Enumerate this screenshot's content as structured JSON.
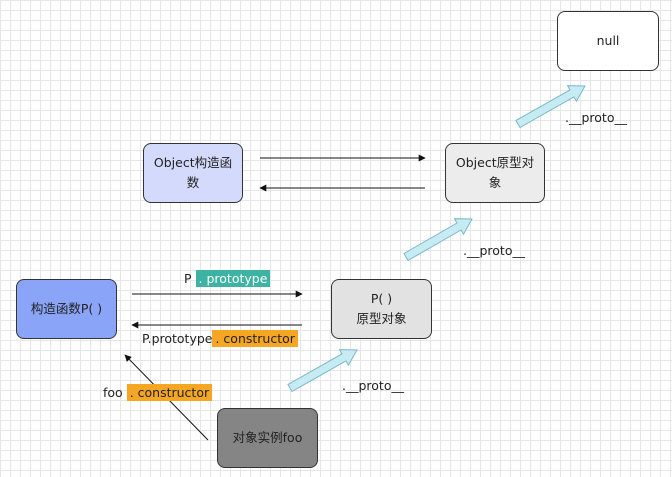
{
  "nodes": {
    "null_box": {
      "text": "null",
      "fill": "#ffffff"
    },
    "object_ctor": {
      "text": "Object构造函数",
      "fill": "#d4dafc"
    },
    "object_proto": {
      "text": "Object原型对象",
      "fill": "#ececec"
    },
    "ctor_p": {
      "text": "构造函数P( )",
      "fill": "#8aa4f8"
    },
    "p_proto": {
      "line1": "P( )",
      "line2": "原型对象",
      "fill": "#e2e2e2"
    },
    "foo": {
      "text": "对象实例foo",
      "fill": "#858585"
    }
  },
  "labels": {
    "proto_top": ".__proto__",
    "proto_mid": ".__proto__",
    "proto_bottom": ".__proto__",
    "p_prototype_prefix": "P",
    "p_prototype_hl": ". prototype",
    "pprototype_constructor_prefix": "P.prototype",
    "pprototype_constructor_hl": ". constructor",
    "foo_constructor_prefix": "foo",
    "foo_constructor_hl": ". constructor"
  },
  "colors": {
    "teal_highlight": "#3db3a4",
    "orange_highlight": "#f5a623",
    "proto_arrow_fill": "#c6ebf3",
    "proto_arrow_stroke": "#7ab7c8"
  }
}
